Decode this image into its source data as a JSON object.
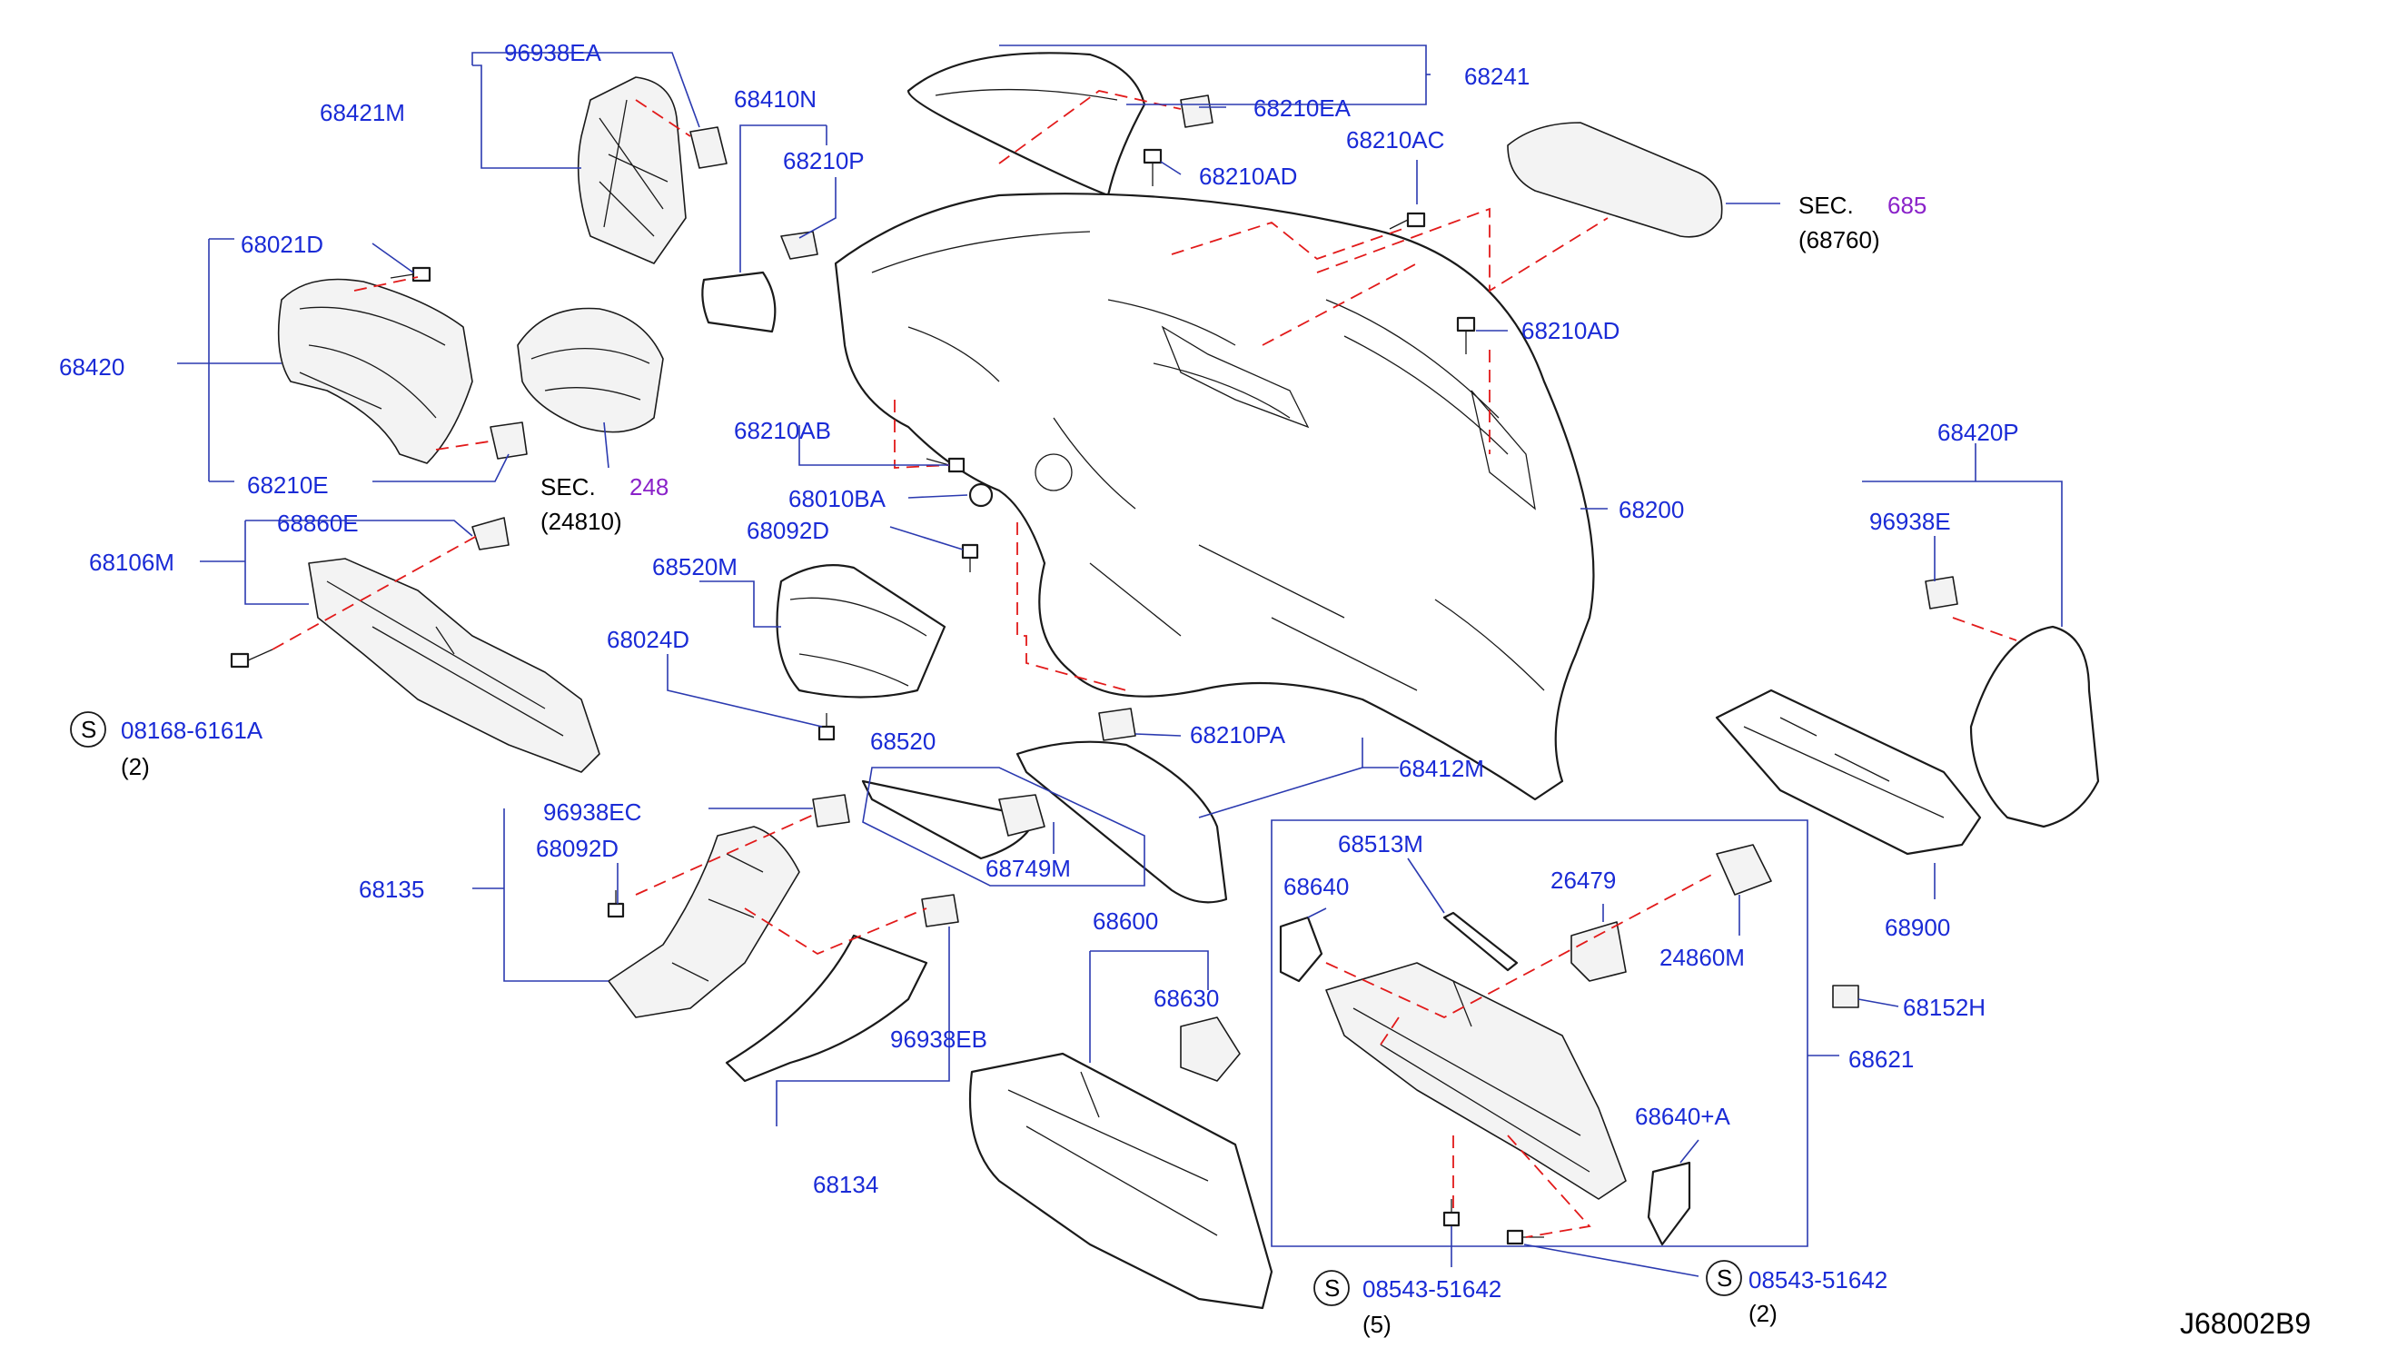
{
  "diagram_code": "J68002B9",
  "labels": {
    "p96938EA": "96938EA",
    "p68421M": "68421M",
    "p68410N": "68410N",
    "p68210P": "68210P",
    "p68241": "68241",
    "p68210EA": "68210EA",
    "p68210AD_a": "68210AD",
    "p68210AC": "68210AC",
    "sec685_prefix": "SEC.",
    "sec685_num": "685",
    "sec685_ref": "(68760)",
    "p68021D": "68021D",
    "p68420": "68420",
    "p68210E": "68210E",
    "sec248_prefix": "SEC.",
    "sec248_num": "248",
    "sec248_ref": "(24810)",
    "p68210AD_b": "68210AD",
    "p68210AB": "68210AB",
    "p68010BA": "68010BA",
    "p68092D_a": "68092D",
    "p68200": "68200",
    "p68420P": "68420P",
    "p96938E": "96938E",
    "p68860E": "68860E",
    "p68106M": "68106M",
    "p68520M": "68520M",
    "p68024D": "68024D",
    "s_symbol_1": "S",
    "p08168": "08168-6161A",
    "qty_2_a": "(2)",
    "p68210PA": "68210PA",
    "p68412M": "68412M",
    "p68520": "68520",
    "p96938EC": "96938EC",
    "p68092D_b": "68092D",
    "p68135": "68135",
    "p68749M": "68749M",
    "p68513M": "68513M",
    "p68640": "68640",
    "p26479": "26479",
    "p24860M": "24860M",
    "p68900": "68900",
    "p68152H": "68152H",
    "p68600": "68600",
    "p68630": "68630",
    "p96938EB": "96938EB",
    "p68621": "68621",
    "p68640A": "68640+A",
    "p68134": "68134",
    "s_symbol_2": "S",
    "p08543_a": "08543-51642",
    "qty_5": "(5)",
    "s_symbol_3": "S",
    "p08543_b": "08543-51642",
    "qty_2_b": "(2)"
  },
  "colors": {
    "label_blue": "#1a2bd6",
    "leader_blue": "#2b3ab0",
    "dash_red": "#e21a1a",
    "section_purple": "#8a22c9",
    "part_outline": "#1a1a1a"
  }
}
